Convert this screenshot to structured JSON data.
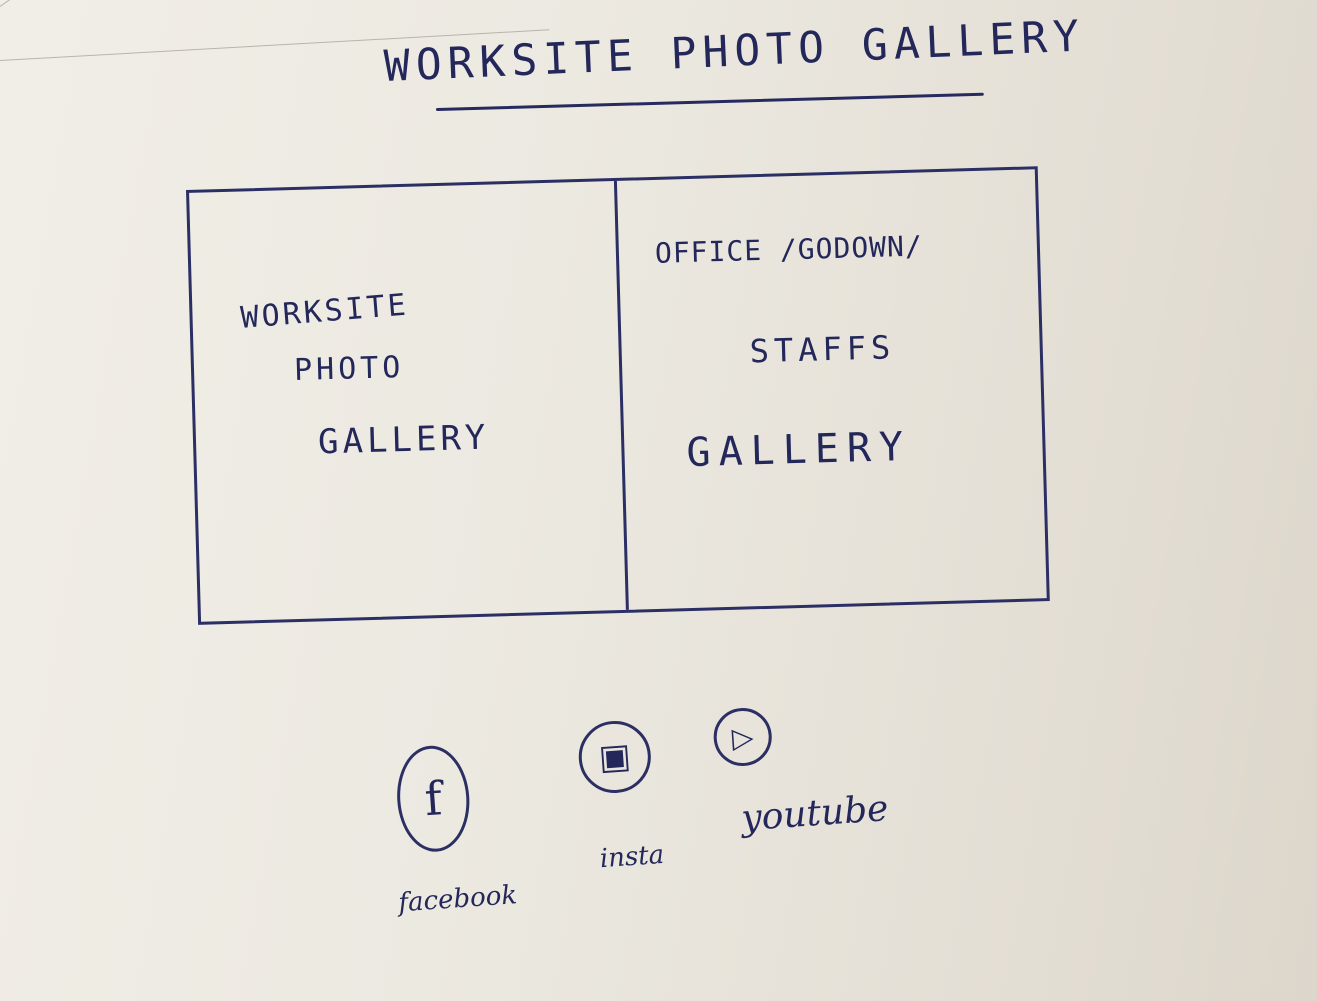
{
  "header": {
    "title": "WORKSITE PHOTO GALLERY"
  },
  "gallery_cards": [
    {
      "lines": [
        "WORKSITE",
        "PHOTO",
        "GALLERY"
      ]
    },
    {
      "lines": [
        "OFFICE /GODOWN/",
        "STAFFS",
        "GALLERY"
      ]
    }
  ],
  "social": [
    {
      "icon": "facebook-icon",
      "glyph": "f",
      "label": "facebook"
    },
    {
      "icon": "instagram-icon",
      "glyph": "▣",
      "label": "insta"
    },
    {
      "icon": "youtube-icon",
      "glyph": "▷",
      "label": "youtube"
    }
  ],
  "colors": {
    "ink": "#23275a",
    "paper": "#ece9e1"
  }
}
